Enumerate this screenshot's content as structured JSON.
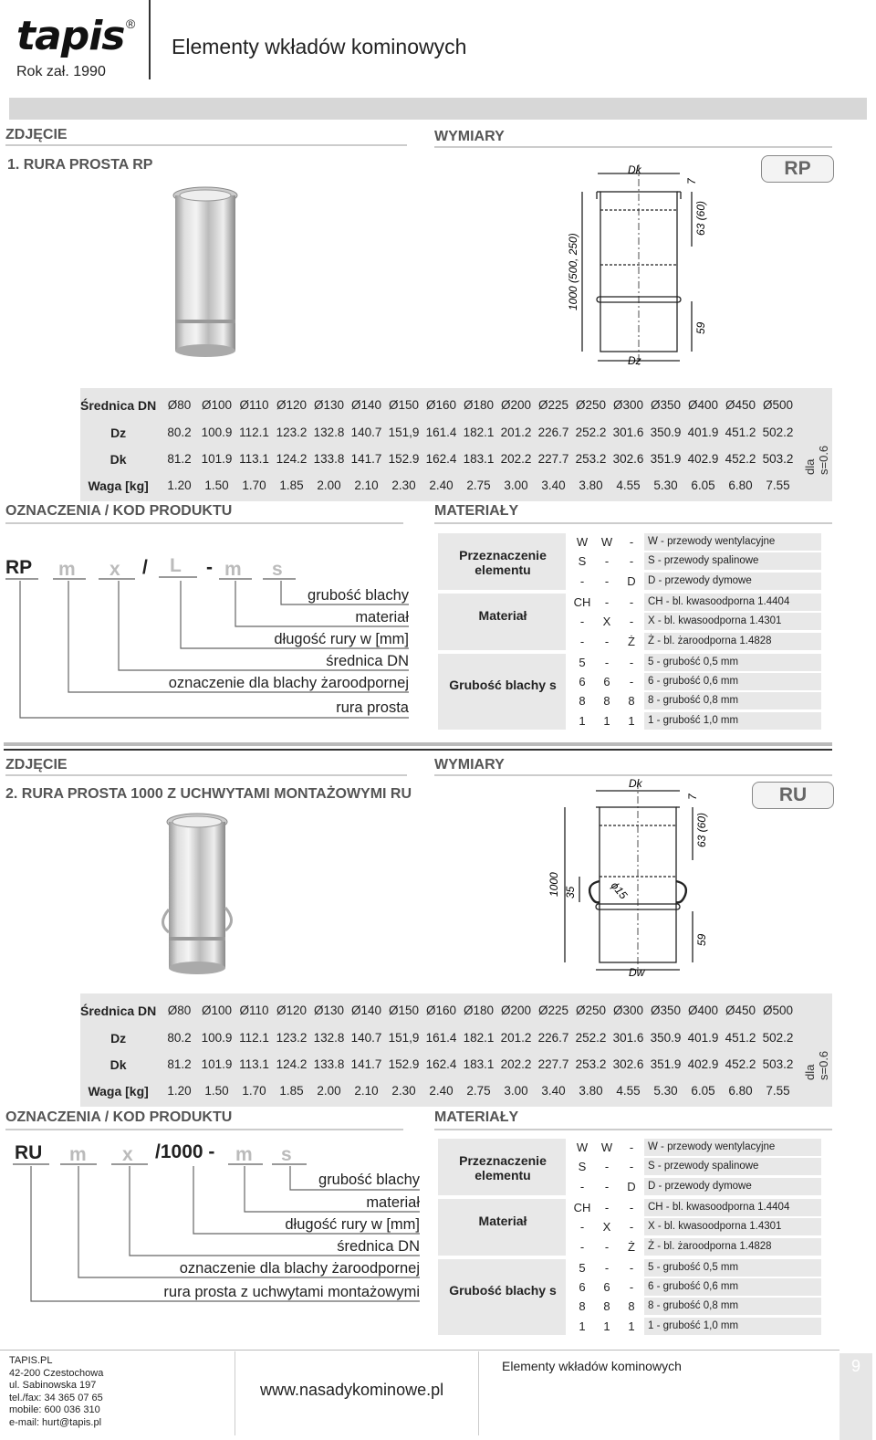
{
  "header": {
    "logo_text": "tapis",
    "logo_reg": "®",
    "logo_sub": "Rok zał. 1990",
    "title": "Elementy wkładów kominowych"
  },
  "section1": {
    "photo_label": "ZDJĘCIE",
    "dims_label": "WYMIARY",
    "title": "1. RURA PROSTA RP",
    "badge": "RP",
    "drawing": {
      "dk": "Dk",
      "dz": "Dz",
      "h1": "7",
      "h2": "63 (60)",
      "h3": "59",
      "len": "1000 (500, 250)"
    },
    "kod_head": "OZNACZENIA / KOD PRODUKTU",
    "mat_head": "MATERIAŁY",
    "code": {
      "prefix": "RP",
      "m": "m",
      "x": "x",
      "slash": "/",
      "L": "L",
      "dash": "-",
      "m2": "m",
      "s": "s"
    },
    "legend": [
      "grubość blachy",
      "materiał",
      "długość rury w [mm]",
      "średnica DN",
      "oznaczenie dla blachy żaroodpornej",
      "rura prosta"
    ]
  },
  "section2": {
    "photo_label": "ZDJĘCIE",
    "dims_label": "WYMIARY",
    "title": "2. RURA PROSTA 1000 Z UCHWYTAMI MONTAŻOWYMI RU",
    "badge": "RU",
    "drawing": {
      "dk": "Dk",
      "dw": "Dw",
      "h1": "7",
      "h2": "63 (60)",
      "h3": "59",
      "len": "1000",
      "h35": "35",
      "phi": "ϕ15"
    },
    "kod_head": "OZNACZENIA / KOD PRODUKTU",
    "mat_head": "MATERIAŁY",
    "code": {
      "prefix": "RU",
      "m": "m",
      "x": "x",
      "slash": "/1000 -",
      "m2": "m",
      "s": "s"
    },
    "legend": [
      "grubość blachy",
      "materiał",
      "długość rury w [mm]",
      "średnica DN",
      "oznaczenie dla blachy żaroodpornej",
      "rura prosta z uchwytami montażowymi"
    ]
  },
  "dim_table": {
    "row_labels": [
      "Średnica DN",
      "Dz",
      "Dk",
      "Waga [kg]"
    ],
    "dn": [
      "Ø80",
      "Ø100",
      "Ø110",
      "Ø120",
      "Ø130",
      "Ø140",
      "Ø150",
      "Ø160",
      "Ø180",
      "Ø200",
      "Ø225",
      "Ø250",
      "Ø300",
      "Ø350",
      "Ø400",
      "Ø450",
      "Ø500"
    ],
    "dz": [
      "80.2",
      "100.9",
      "112.1",
      "123.2",
      "132.8",
      "140.7",
      "151,9",
      "161.4",
      "182.1",
      "201.2",
      "226.7",
      "252.2",
      "301.6",
      "350.9",
      "401.9",
      "451.2",
      "502.2"
    ],
    "dk": [
      "81.2",
      "101.9",
      "113.1",
      "124.2",
      "133.8",
      "141.7",
      "152.9",
      "162.4",
      "183.1",
      "202.2",
      "227.7",
      "253.2",
      "302.6",
      "351.9",
      "402.9",
      "452.2",
      "503.2"
    ],
    "waga": [
      "1.20",
      "1.50",
      "1.70",
      "1.85",
      "2.00",
      "2.10",
      "2.30",
      "2.40",
      "2.75",
      "3.00",
      "3.40",
      "3.80",
      "4.55",
      "5.30",
      "6.05",
      "6.80",
      "7.55"
    ],
    "note": "dla s=0.6"
  },
  "materials": {
    "groups": [
      {
        "label": "Przeznaczenie elementu",
        "rows": [
          {
            "c": [
              "W",
              "W",
              "-"
            ],
            "desc": "W - przewody wentylacyjne"
          },
          {
            "c": [
              "S",
              "-",
              "-"
            ],
            "desc": "S  - przewody spalinowe"
          },
          {
            "c": [
              "-",
              "-",
              "D"
            ],
            "desc": "D  - przewody dymowe"
          }
        ]
      },
      {
        "label": "Materiał",
        "rows": [
          {
            "c": [
              "CH",
              "-",
              "-"
            ],
            "desc": "CH - bl. kwasoodporna 1.4404"
          },
          {
            "c": [
              "-",
              "X",
              "-"
            ],
            "desc": "X   - bl. kwasoodporna 1.4301"
          },
          {
            "c": [
              "-",
              "-",
              "Ż"
            ],
            "desc": "Ż  - bl. żaroodporna       1.4828"
          }
        ]
      },
      {
        "label": "Grubość blachy s",
        "rows": [
          {
            "c": [
              "5",
              "-",
              "-"
            ],
            "desc": "5 - grubość 0,5 mm"
          },
          {
            "c": [
              "6",
              "6",
              "-"
            ],
            "desc": "6 - grubość 0,6 mm"
          },
          {
            "c": [
              "8",
              "8",
              "8"
            ],
            "desc": "8 - grubość 0,8 mm"
          },
          {
            "c": [
              "1",
              "1",
              "1"
            ],
            "desc": "1  - grubość 1,0 mm"
          }
        ]
      }
    ]
  },
  "footer": {
    "company": [
      "TAPIS.PL",
      "42-200 Czestochowa",
      "ul. Sabinowska 197",
      "tel./fax: 34 365 07 65",
      "mobile: 600 036 310",
      "e-mail: hurt@tapis.pl"
    ],
    "website": "www.nasadykominowe.pl",
    "title": "Elementy wkładów kominowych",
    "page": "9"
  }
}
